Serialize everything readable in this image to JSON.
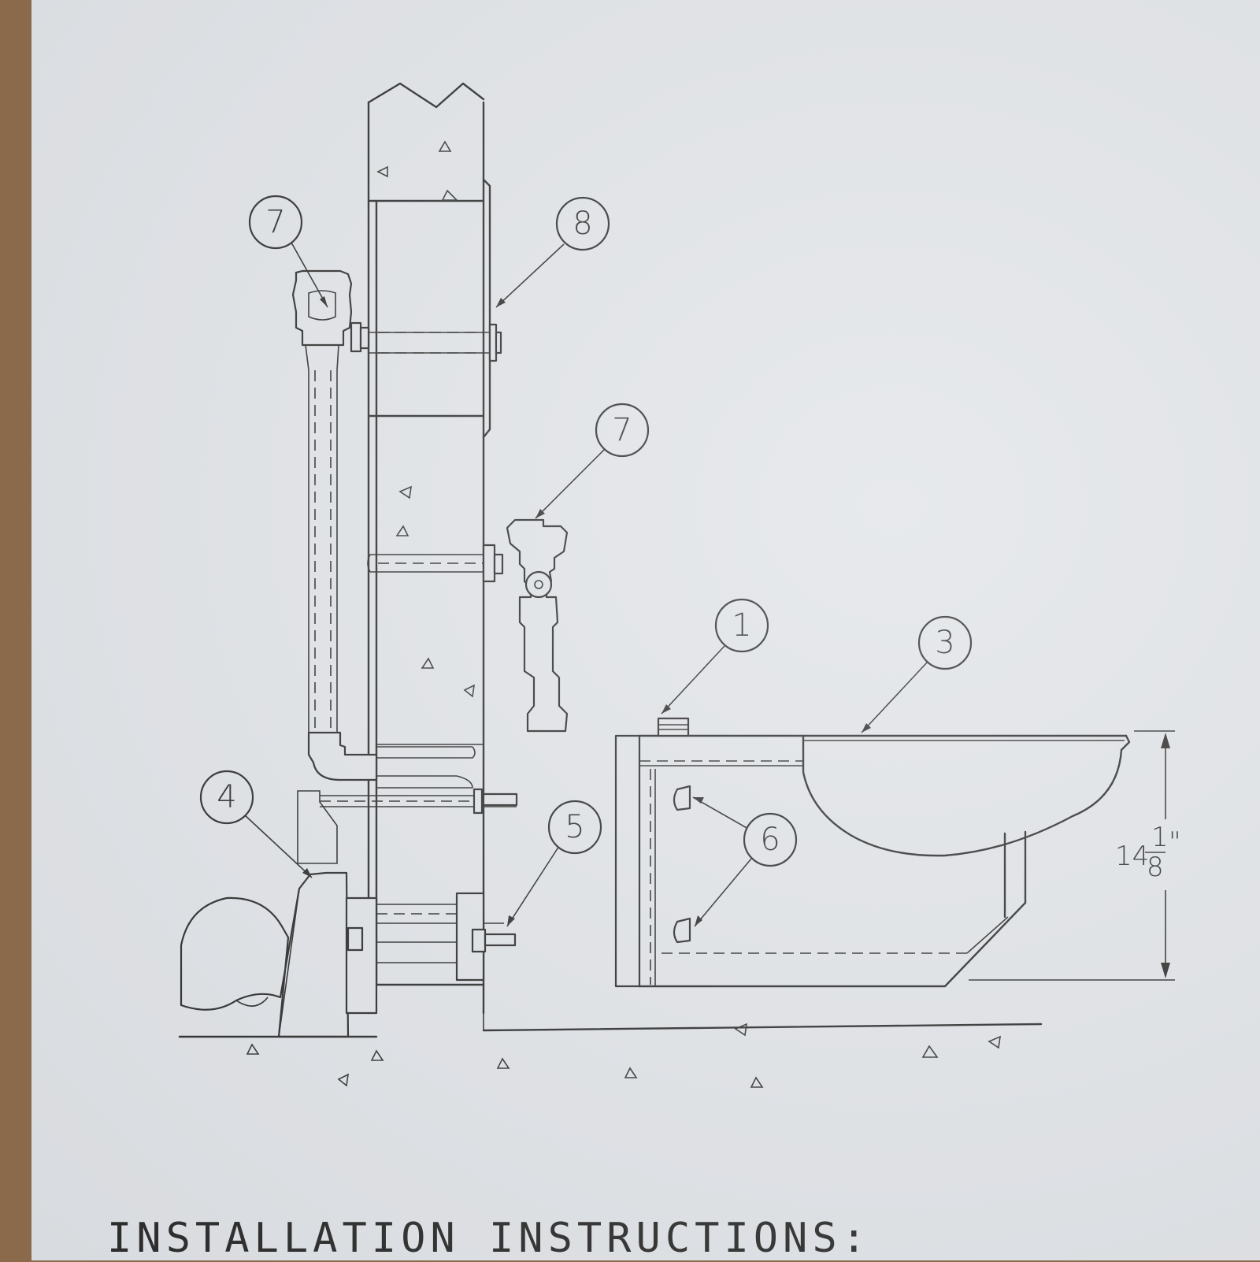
{
  "callouts": [
    {
      "id": "c7a",
      "label": "7"
    },
    {
      "id": "c8",
      "label": "8"
    },
    {
      "id": "c7b",
      "label": "7"
    },
    {
      "id": "c1",
      "label": "1"
    },
    {
      "id": "c3",
      "label": "3"
    },
    {
      "id": "c4",
      "label": "4"
    },
    {
      "id": "c5",
      "label": "5"
    },
    {
      "id": "c6",
      "label": "6"
    }
  ],
  "dimension": {
    "whole": "14",
    "numerator": "1",
    "denominator": "8",
    "unit": "\""
  },
  "footer": {
    "title": "INSTALLATION INSTRUCTIONS:"
  }
}
